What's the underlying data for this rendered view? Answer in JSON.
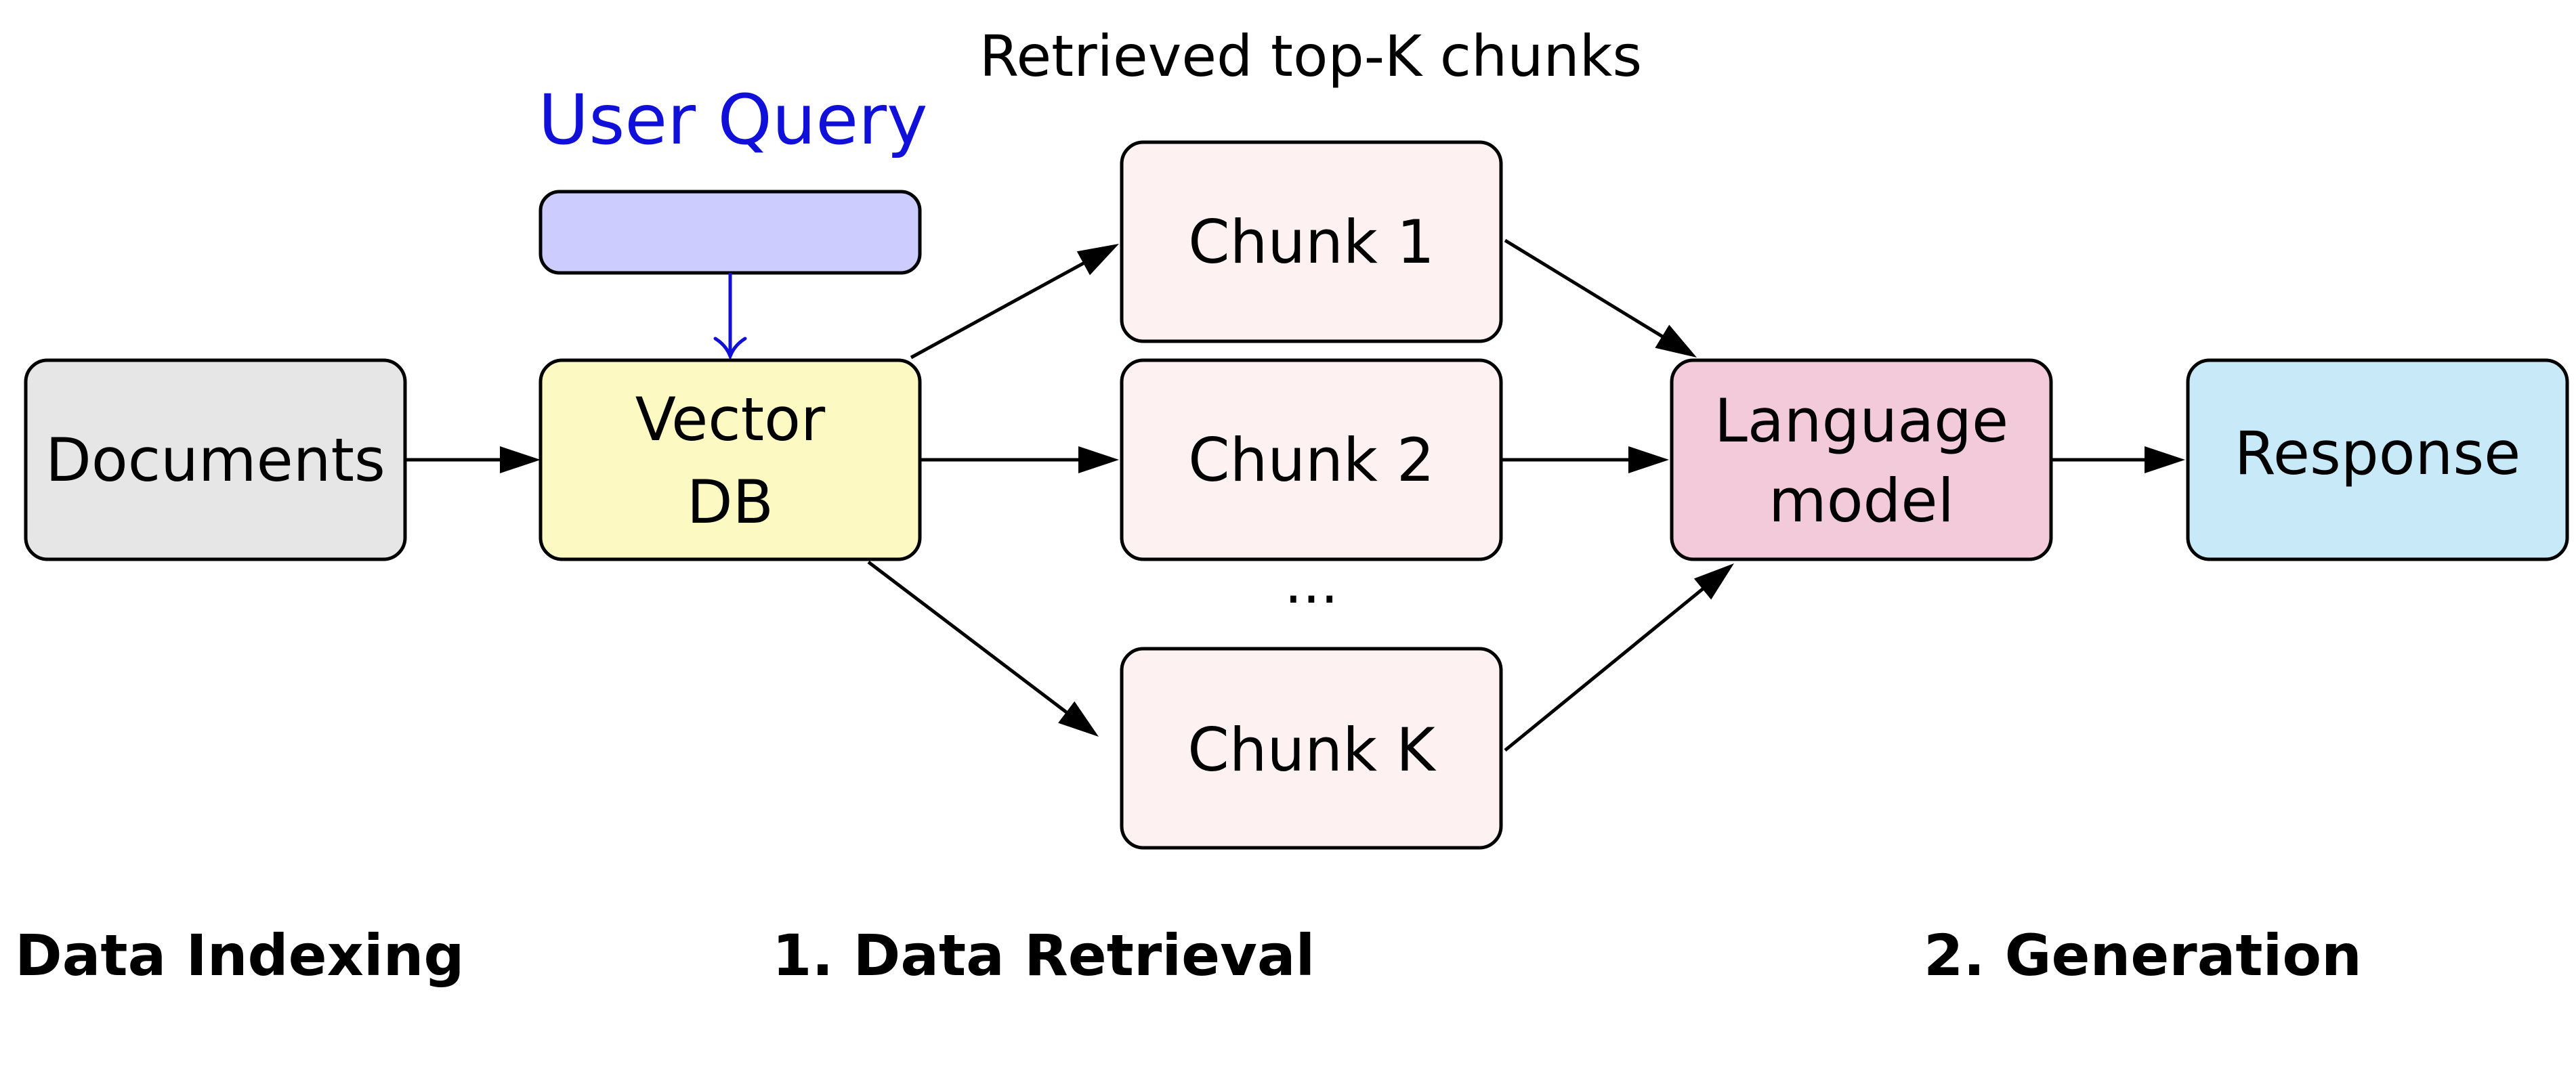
{
  "title": "Retrieved top-K chunks",
  "user_query": {
    "label": "User Query",
    "color": "#1010d8",
    "fill": "#ccccff"
  },
  "nodes": {
    "documents": {
      "lines": [
        "Documents"
      ],
      "fill": "#e6e6e6"
    },
    "vector_db": {
      "lines": [
        "Vector",
        "DB"
      ],
      "fill": "#fdf9c2"
    },
    "chunk_1": {
      "lines": [
        "Chunk 1"
      ],
      "fill": "#fdf1f1"
    },
    "chunk_2": {
      "lines": [
        "Chunk 2"
      ],
      "fill": "#fdf1f1"
    },
    "chunk_k": {
      "lines": [
        "Chunk K"
      ],
      "fill": "#fdf1f1"
    },
    "language_model": {
      "lines": [
        "Language",
        "model"
      ],
      "fill": "#f2cad9"
    },
    "response": {
      "lines": [
        "Response"
      ],
      "fill": "#c7e9f8"
    }
  },
  "ellipsis": "...",
  "sections": {
    "indexing": "Data Indexing",
    "retrieval": "1. Data Retrieval",
    "generation": "2. Generation"
  }
}
